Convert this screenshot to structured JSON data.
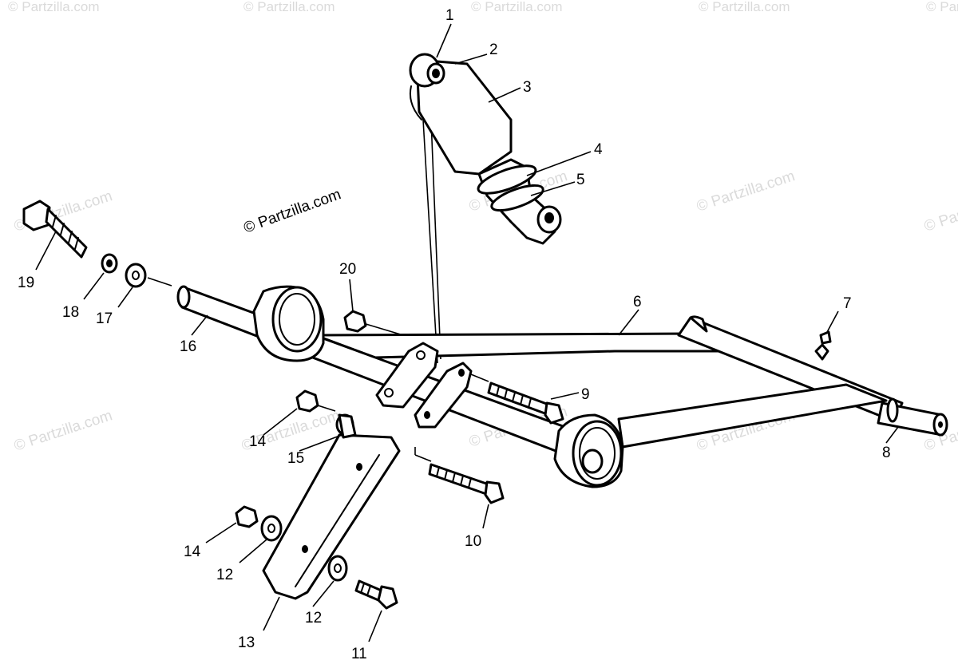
{
  "watermark": {
    "text": "© Partzilla.com",
    "corner_text": "© Partzilla.com"
  },
  "callouts": {
    "c1": "1",
    "c2": "2",
    "c3": "3",
    "c4": "4",
    "c5": "5",
    "c6": "6",
    "c7": "7",
    "c8": "8",
    "c9": "9",
    "c10": "10",
    "c11": "11",
    "c12a": "12",
    "c12b": "12",
    "c13": "13",
    "c14a": "14",
    "c14b": "14",
    "c15": "15",
    "c16": "16",
    "c17": "17",
    "c18": "18",
    "c19": "19",
    "c20": "20"
  },
  "colors": {
    "line": "#000000",
    "background": "#ffffff",
    "watermark": "#bdbdbd"
  }
}
